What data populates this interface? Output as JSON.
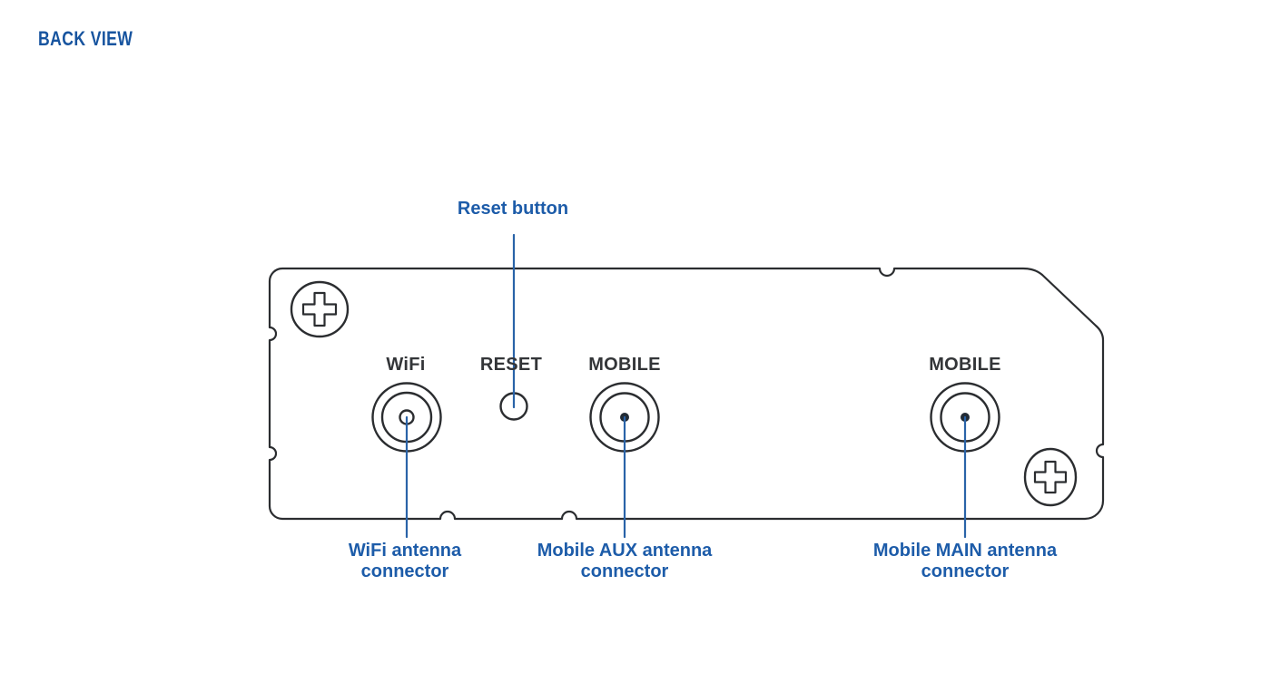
{
  "header": {
    "title": "BACK VIEW"
  },
  "colors": {
    "background": "#ffffff",
    "heading_blue": "#17549f",
    "label_blue": "#1d5ca9",
    "leader_line_blue": "#2a63a8",
    "outline_dark": "#2b2d30",
    "panel_text_dark": "#333538",
    "connector_dot_dark": "#222b35"
  },
  "panel": {
    "labels": {
      "wifi": "WiFi",
      "reset": "RESET",
      "mobile_aux": "MOBILE",
      "mobile_main": "MOBILE"
    },
    "icons": {
      "screw": "phillips-screw-icon",
      "antenna": "antenna-connector-icon",
      "reset": "reset-hole-icon"
    }
  },
  "callouts": {
    "reset": {
      "label": "Reset button"
    },
    "wifi": {
      "line1": "WiFi antenna",
      "line2": "connector"
    },
    "mobile_aux": {
      "line1": "Mobile AUX antenna",
      "line2": "connector"
    },
    "mobile_main": {
      "line1": "Mobile MAIN antenna",
      "line2": "connector"
    }
  }
}
